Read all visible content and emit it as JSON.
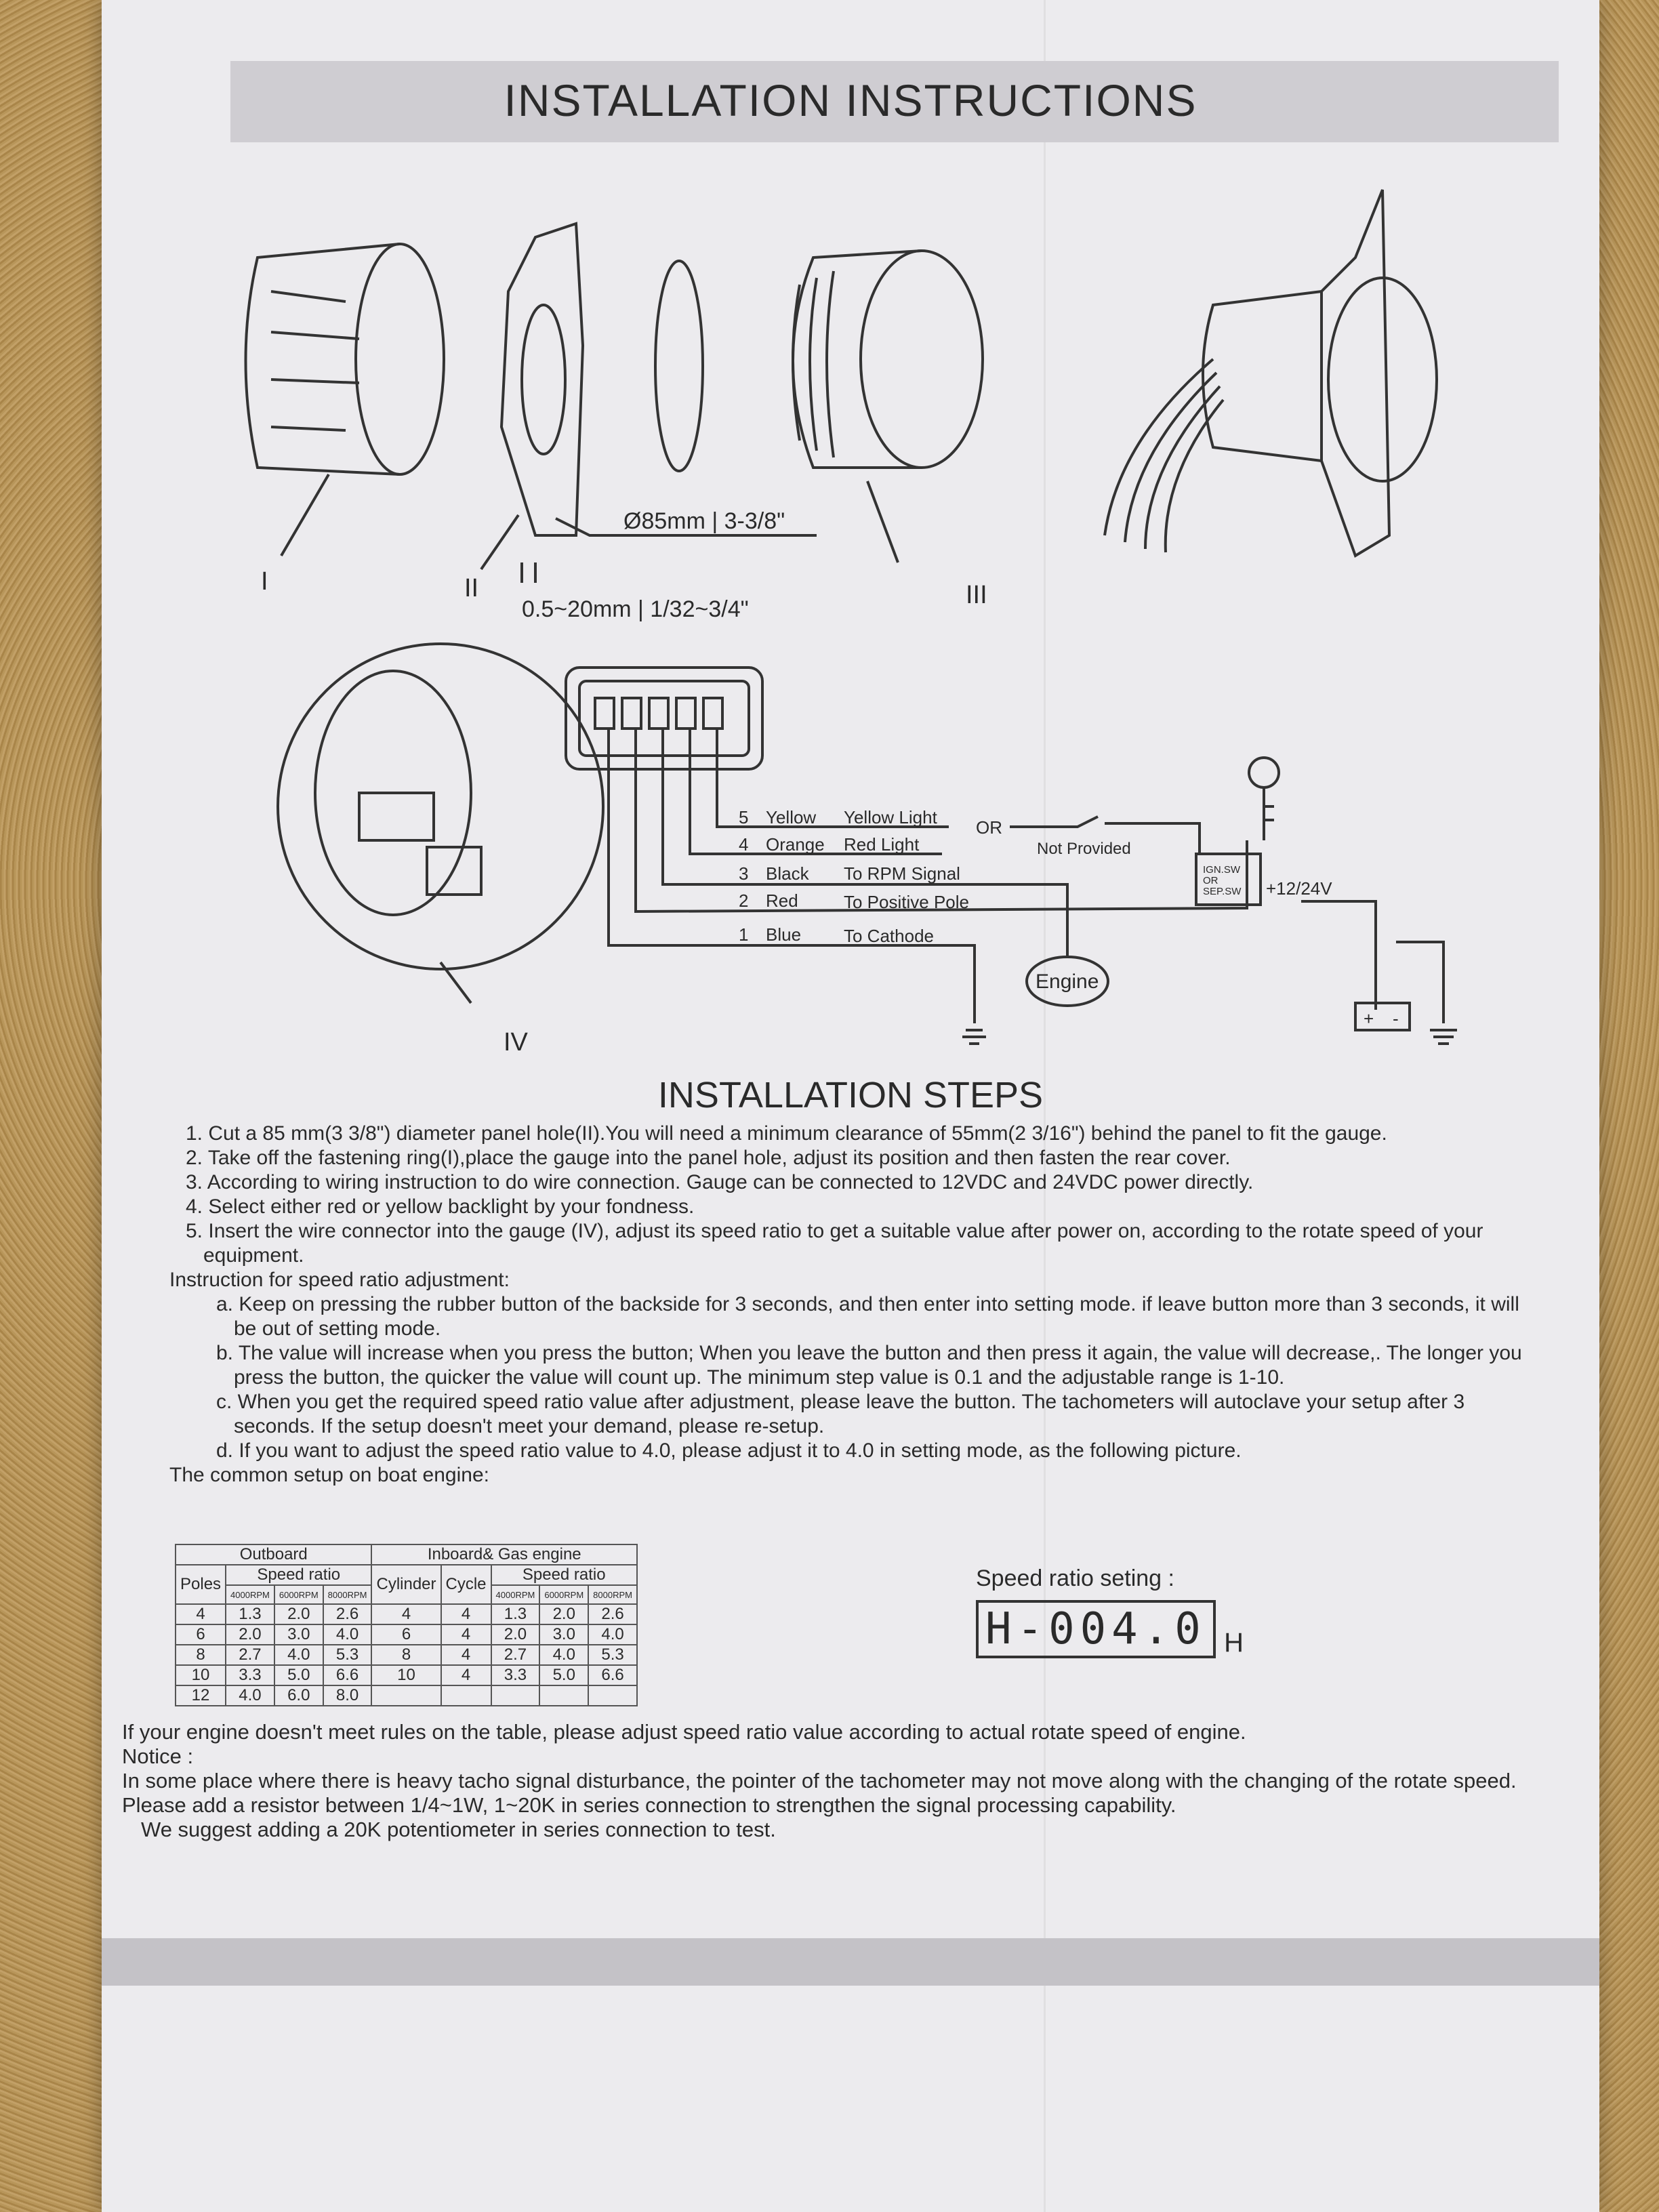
{
  "title": "INSTALLATION INSTRUCTIONS",
  "diagram": {
    "part_labels": [
      "I",
      "II",
      "III",
      "IV"
    ],
    "diameter_label": "Ø85mm | 3-3/8\"",
    "thickness_label": "0.5~20mm | 1/32~3/4\"",
    "wires": [
      {
        "num": "5",
        "color": "Yellow",
        "function": "Yellow Light"
      },
      {
        "num": "4",
        "color": "Orange",
        "function": "Red Light"
      },
      {
        "num": "3",
        "color": "Black",
        "function": "To RPM Signal"
      },
      {
        "num": "2",
        "color": "Red",
        "function": "To Positive Pole"
      },
      {
        "num": "1",
        "color": "Blue",
        "function": "To Cathode"
      }
    ],
    "or_label": "OR",
    "not_provided": "Not Provided",
    "switch_label": [
      "IGN.SW",
      "OR",
      "SEP.SW"
    ],
    "voltage": "+12/24V",
    "engine": "Engine",
    "battery_plus": "+",
    "battery_minus": "-"
  },
  "steps_title": "INSTALLATION STEPS",
  "steps": [
    "1. Cut a 85 mm(3 3/8\") diameter panel hole(II).You will need a minimum clearance of 55mm(2 3/16\") behind the panel to fit the  gauge.",
    "2. Take off the fastening ring(I),place the gauge into the panel hole, adjust its position and then fasten the rear cover.",
    "3. According to wiring instruction to do wire connection. Gauge can be connected to 12VDC and 24VDC power directly.",
    "4. Select either red or yellow backlight by your fondness.",
    "5. Insert the wire connector into the gauge (IV), adjust its speed ratio to get a suitable value after power on, according to the rotate speed of your equipment."
  ],
  "instruction_heading": "Instruction for speed ratio adjustment:",
  "substeps": [
    "a. Keep on pressing the rubber button of the backside for 3 seconds, and then enter into setting mode. if leave button more than 3 seconds, it will be out of setting mode.",
    "b. The value will increase when you press the button; When you leave the button and then press it again, the value will decrease,. The longer you press the button, the quicker the value will count up. The minimum step value is 0.1 and the adjustable range is 1-10.",
    "c. When you get the required speed ratio value after adjustment, please leave the button. The tachometers will autoclave your setup after 3 seconds. If the setup doesn't meet your demand, please re-setup.",
    "d. If you want to adjust the speed ratio value to 4.0, please adjust it to 4.0 in setting mode, as the following picture."
  ],
  "common_setup": "The common setup on boat engine:",
  "table": {
    "outboard": "Outboard",
    "inboard": "Inboard& Gas engine",
    "poles": "Poles",
    "speed_ratio": "Speed ratio",
    "cylinder": "Cylinder",
    "cycle": "Cycle",
    "rpm": [
      "4000RPM",
      "6000RPM",
      "8000RPM"
    ],
    "outboard_rows": [
      [
        "4",
        "1.3",
        "2.0",
        "2.6"
      ],
      [
        "6",
        "2.0",
        "3.0",
        "4.0"
      ],
      [
        "8",
        "2.7",
        "4.0",
        "5.3"
      ],
      [
        "10",
        "3.3",
        "5.0",
        "6.6"
      ],
      [
        "12",
        "4.0",
        "6.0",
        "8.0"
      ]
    ],
    "inboard_rows": [
      [
        "4",
        "4",
        "1.3",
        "2.0",
        "2.6"
      ],
      [
        "6",
        "4",
        "2.0",
        "3.0",
        "4.0"
      ],
      [
        "8",
        "4",
        "2.7",
        "4.0",
        "5.3"
      ],
      [
        "10",
        "4",
        "3.3",
        "5.0",
        "6.6"
      ],
      [
        "",
        "",
        "",
        "",
        ""
      ]
    ]
  },
  "ratio_setting": {
    "label": "Speed ratio seting :",
    "display": "H-004.0",
    "suffix": "H"
  },
  "footer": {
    "line1": "If your engine doesn't meet rules on the table, please adjust speed ratio value according to actual rotate speed of engine.",
    "notice": "Notice :",
    "notice_text": "In some place where there is heavy tacho signal disturbance, the pointer of the tachometer may not move along with the changing of the rotate speed. Please add a resistor between 1/4~1W, 1~20K in series connection to strengthen the signal processing capability.",
    "suggest": "We suggest adding a 20K potentiometer in series connection to test."
  }
}
